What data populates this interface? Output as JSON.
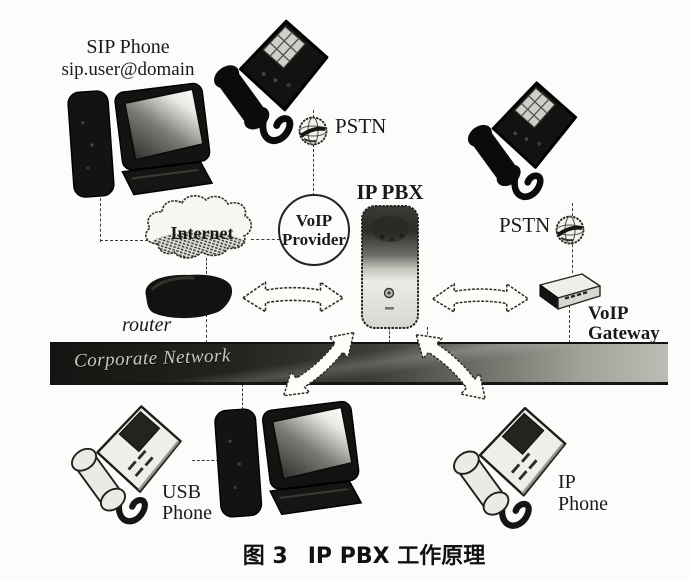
{
  "figure": {
    "caption_fig_label": "图 3",
    "caption_title": "IP PBX 工作原理"
  },
  "nodes": {
    "sip_phone": {
      "title": "SIP Phone",
      "address": "sip.user@domain"
    },
    "pstn_top": {
      "label": "PSTN"
    },
    "pstn_right": {
      "label": "PSTN"
    },
    "ip_pbx": {
      "label": "IP PBX"
    },
    "voip_provider": {
      "line1": "VoIP",
      "line2": "Provider"
    },
    "internet": {
      "label": "Internet"
    },
    "router": {
      "label": "router"
    },
    "corporate_network": {
      "label": "Corporate Network"
    },
    "voip_gateway": {
      "line1": "VoIP",
      "line2": "Gateway"
    },
    "usb_phone": {
      "line1": "USB",
      "line2": "Phone"
    },
    "ip_phone": {
      "line1": "IP",
      "line2": "Phone"
    }
  },
  "icons": {
    "desk_phone_dark": "desk-phone-icon",
    "desk_phone_light": "desk-phone-icon",
    "computer": "computer-icon",
    "server": "server-icon",
    "globe": "globe-icon",
    "cloud": "cloud-icon",
    "router": "router-icon",
    "gateway": "gateway-box-icon",
    "double_arrow": "double-arrow-icon"
  },
  "colors": {
    "ink": "#1a1a18",
    "paper": "#fcfcfa",
    "banner_dark": "#141412",
    "banner_light": "#bcbcb4",
    "screen_highlight": "#ffffff"
  }
}
